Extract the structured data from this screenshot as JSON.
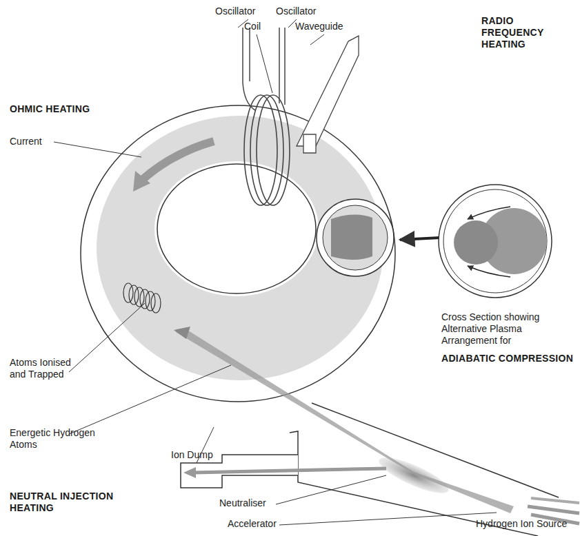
{
  "diagram": {
    "labels": [
      "Oscillator",
      "Oscillator",
      "Coil",
      "Waveguide",
      "RADIO FREQUENCY HEATING",
      "OHMIC HEATING",
      "Current",
      "Cross Section showing Alternative Plasma Arrangement for",
      "ADIABATIC COMPRESSION",
      "Atoms Ionised and Trapped",
      "Energetic Hydrogen Atoms",
      "Ion Dump",
      "Neutraliser",
      "NEUTRAL INJECTION HEATING",
      "Hydrogen Ion Source",
      "Accelerator"
    ]
  }
}
